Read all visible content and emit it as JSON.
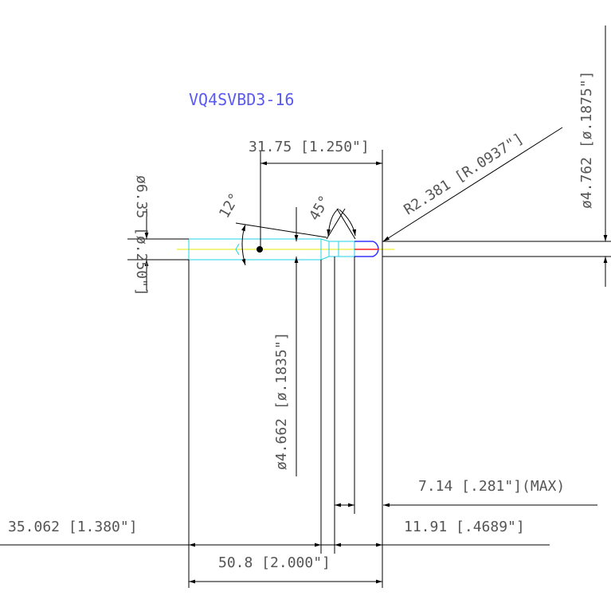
{
  "drawing": {
    "part_number": "VQ4SVBD3-16",
    "dimensions": {
      "ball_center_length": "31.75 [1.250\"]",
      "ball_radius": "R2.381 [R.0937\"]",
      "ball_diameter": "ø4.762 [ø.1875\"]",
      "shank_diameter": "ø6.35 [ø.250\"]",
      "neck_diameter": "ø4.662 [ø.1835\"]",
      "neck_length": "7.14 [.281\"](MAX)",
      "cut_length": "11.91 [.4689\"]",
      "shank_length": "35.062 [1.380\"]",
      "overall_length": "50.8 [2.000\"]",
      "taper_angle": "12°",
      "chamfer_angle": "45°"
    },
    "colors": {
      "background": "#ffffff",
      "lines": "#000000",
      "tool_outline": "#22d3e6",
      "centerline": "#e8e800",
      "title": "#5a5af0",
      "ball_outline": "#3333ff",
      "ball_center": "#ff2020",
      "text": "#555555"
    }
  }
}
